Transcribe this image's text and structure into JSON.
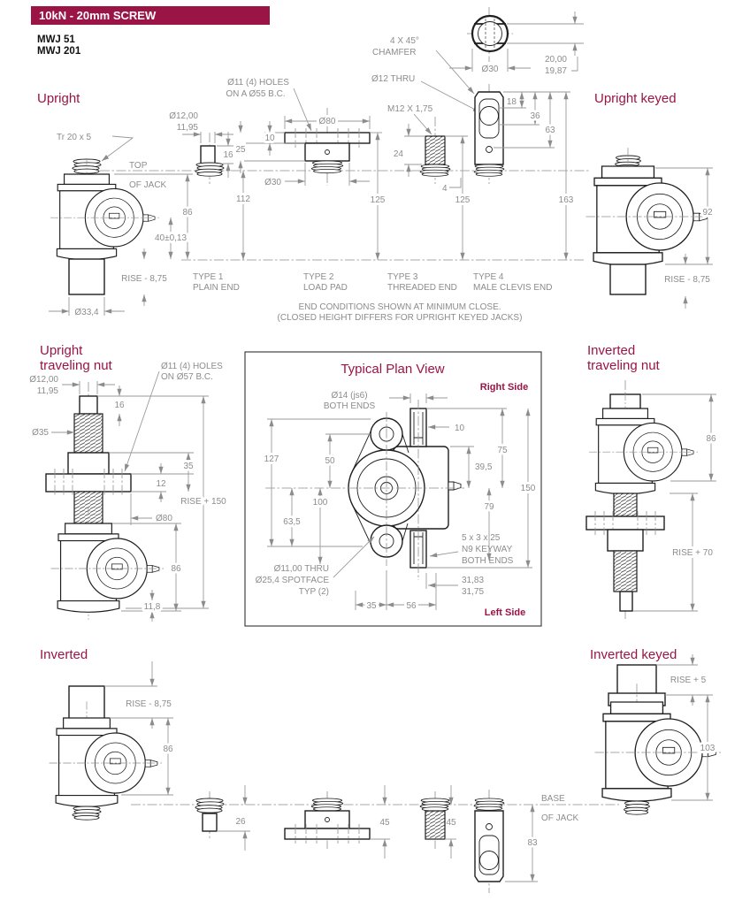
{
  "colors": {
    "accent": "#9b1446",
    "dim_text": "#8c8c8c",
    "line": "#1f1f1f"
  },
  "hdr": {
    "banner": "10kN - 20mm SCREW",
    "m1": "MWJ 51",
    "m2": "MWJ 201"
  },
  "upright": {
    "title": "Upright",
    "screw": "Tr 20 x 5",
    "top1": "TOP",
    "top2": "OF JACK",
    "d86": "86",
    "d40": "40±0,13",
    "rise": "RISE - 8,75",
    "dbase": "Ø33,4"
  },
  "uk": {
    "title": "Upright keyed",
    "d92": "92",
    "rise": "RISE - 8,75"
  },
  "tv": {
    "c1": "4 X 45°",
    "c2": "CHAMFER",
    "dia": "Ø30",
    "w1": "20,00",
    "w2": "19,87"
  },
  "t1": {
    "l1": "TYPE 1",
    "l2": "PLAIN END",
    "dia1": "Ø12,00",
    "dia2": "11,95",
    "d16": "16",
    "d112": "112"
  },
  "t2": {
    "l1": "TYPE 2",
    "l2": "LOAD PAD",
    "h1": "Ø11 (4) HOLES",
    "h2": "ON A Ø55 B.C.",
    "d80": "Ø80",
    "d10": "10",
    "d25": "25",
    "d30": "Ø30",
    "d125": "125"
  },
  "t3": {
    "l1": "TYPE 3",
    "l2": "THREADED END",
    "thr": "M12 X 1,75",
    "d24": "24",
    "d4": "4",
    "d125": "125"
  },
  "t4": {
    "l1": "TYPE 4",
    "l2": "MALE CLEVIS END",
    "thru": "Ø12 THRU",
    "d18": "18",
    "d36": "36",
    "d63": "63",
    "d163": "163"
  },
  "notes": {
    "n1": "END CONDITIONS SHOWN AT MINIMUM CLOSE.",
    "n2": "(CLOSED HEIGHT DIFFERS FOR UPRIGHT KEYED JACKS)"
  },
  "utn": {
    "t1": "Upright",
    "t2": "traveling nut",
    "dia1": "Ø12,00",
    "dia2": "11,95",
    "h1": "Ø11 (4) HOLES",
    "h2": "ON Ø57 B.C.",
    "d16": "16",
    "d35n": "Ø35",
    "d35": "35",
    "d12": "12",
    "rise": "RISE + 150",
    "d80": "Ø80",
    "d86": "86",
    "d118": "11,8"
  },
  "plan": {
    "title": "Typical Plan View",
    "right": "Right Side",
    "left": "Left Side",
    "dia14a": "Ø14 (js6)",
    "dia14b": "BOTH ENDS",
    "d127": "127",
    "d50": "50",
    "d10": "10",
    "d75": "75",
    "d395": "39,5",
    "d150": "150",
    "d100": "100",
    "d635": "63,5",
    "d79": "79",
    "kw1": "5 x 3 x 25",
    "kw2": "N9 KEYWAY",
    "kw3": "BOTH ENDS",
    "sf1": "Ø11,00 THRU",
    "sf2": "Ø25,4 SPOTFACE",
    "sf3": "TYP (2)",
    "d3183": "31,83",
    "d3175": "31,75",
    "d35": "35",
    "d56": "56"
  },
  "itn": {
    "t1": "Inverted",
    "t2": "traveling nut",
    "d86": "86",
    "rise": "RISE + 70"
  },
  "inv": {
    "title": "Inverted",
    "rise": "RISE - 8,75",
    "d86": "86"
  },
  "base": {
    "b1": "BASE",
    "b2": "OF JACK"
  },
  "ie": {
    "d26": "26",
    "d45a": "45",
    "d45b": "45",
    "d83": "83"
  },
  "ik": {
    "title": "Inverted keyed",
    "rise": "RISE + 5",
    "d103": "103"
  }
}
